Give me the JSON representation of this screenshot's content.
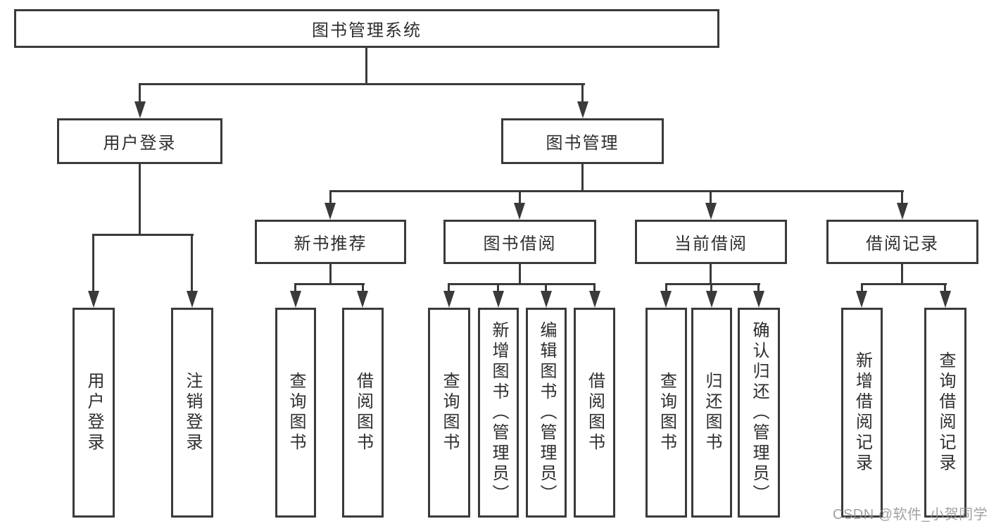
{
  "diagram": {
    "root": {
      "label": "图书管理系统"
    },
    "branches": [
      {
        "label": "用户登录"
      },
      {
        "label": "图书管理"
      }
    ],
    "groups": [
      {
        "label": "新书推荐"
      },
      {
        "label": "图书借阅"
      },
      {
        "label": "当前借阅"
      },
      {
        "label": "借阅记录"
      }
    ],
    "leaves": [
      {
        "label": "用户登录"
      },
      {
        "label": "注销登录"
      },
      {
        "label": "查询图书"
      },
      {
        "label": "借阅图书"
      },
      {
        "label": "查询图书"
      },
      {
        "label": "新增图书（管理员）"
      },
      {
        "label": "编辑图书（管理员）"
      },
      {
        "label": "借阅图书"
      },
      {
        "label": "查询图书"
      },
      {
        "label": "归还图书"
      },
      {
        "label": "确认归还（管理员）"
      },
      {
        "label": "新增借阅记录"
      },
      {
        "label": "查询借阅记录"
      }
    ],
    "colors": {
      "line": "#3a3a3a",
      "text": "#2e2e2e",
      "background": "#ffffff",
      "watermark": "#919191"
    }
  },
  "watermark": {
    "text": "CSDN @软件_小贺同学"
  }
}
